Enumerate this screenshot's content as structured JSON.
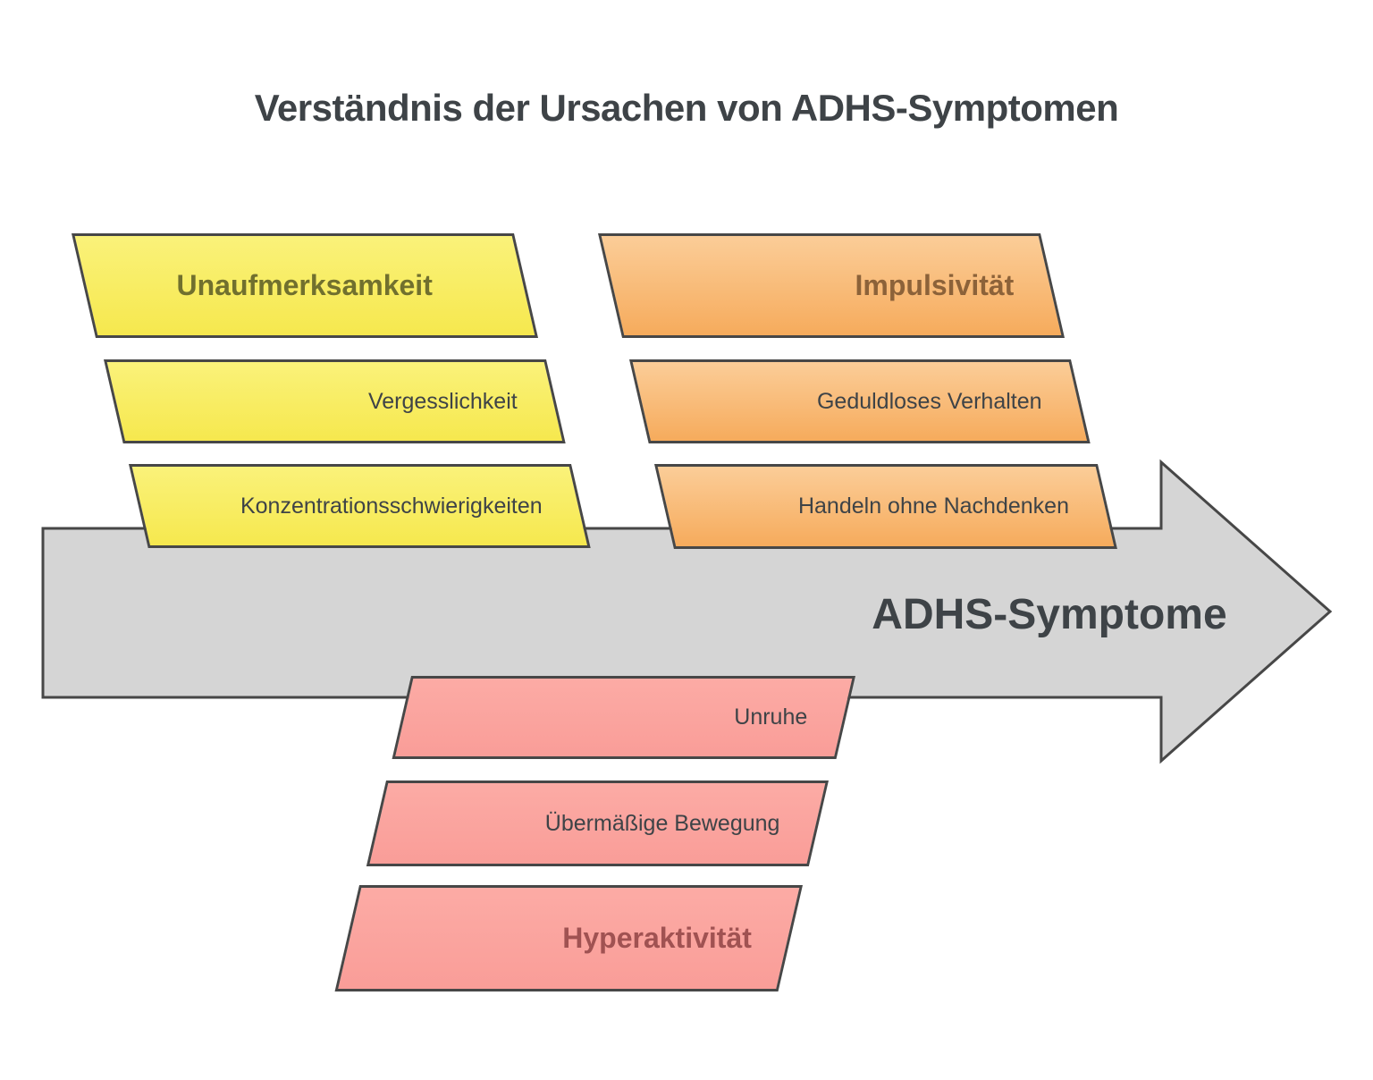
{
  "title": "Verständnis der Ursachen von ADHS-Symptomen",
  "arrow": {
    "label": "ADHS-Symptome",
    "fill": "#d5d5d5",
    "outline": "#474747"
  },
  "branches": [
    {
      "id": "unaufmerksamkeit",
      "header": "Unaufmerksamkeit",
      "items": [
        "Vergesslichkeit",
        "Konzentrationsschwierigkeiten"
      ],
      "fill_top": "#faf27a",
      "fill_bottom": "#f6e84e",
      "header_text_color": "#71702e",
      "position": "top-left"
    },
    {
      "id": "impulsivitaet",
      "header": "Impulsivität",
      "items": [
        "Geduldloses Verhalten",
        "Handeln ohne Nachdenken"
      ],
      "fill_top": "#fbcd98",
      "fill_bottom": "#f6ab5c",
      "header_text_color": "#8c6239",
      "position": "top-right"
    },
    {
      "id": "hyperaktivitaet",
      "header": "Hyperaktivität",
      "items": [
        "Unruhe",
        "Übermäßige Bewegung"
      ],
      "fill_top": "#fcaba5",
      "fill_bottom": "#f99d98",
      "header_text_color": "#a05252",
      "position": "bottom-center"
    }
  ],
  "colors": {
    "background": "#ffffff",
    "outline": "#474747",
    "text_dark": "#3e4347"
  }
}
